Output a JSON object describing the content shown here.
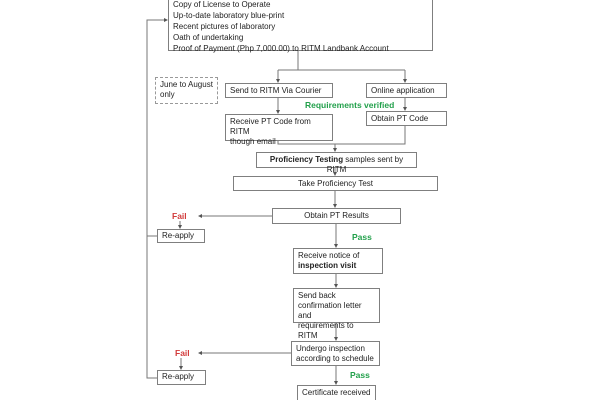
{
  "requirements_box": {
    "lines": [
      "Copy of License to Operate",
      "Up-to-date laboratory blue-print",
      "Recent pictures of laboratory",
      "Oath of undertaking",
      "Proof of Payment (Php 7,000.00)  to RITM Landbank Account"
    ]
  },
  "note": {
    "line1": "June to August",
    "line2": "only"
  },
  "send_courier": "Send to RITM Via Courier",
  "online_application": "Online application",
  "requirements_verified": "Requirements verified",
  "receive_pt_code": {
    "line1": "Receive PT Code from RITM",
    "line2": "though email"
  },
  "obtain_pt_code": "Obtain PT Code",
  "pt_samples": {
    "bold": "Proficiency Testing",
    "rest": " samples sent by RITM"
  },
  "take_pt": "Take Proficiency Test",
  "obtain_results": "Obtain PT Results",
  "fail_1": "Fail",
  "reapply_1": "Re-apply",
  "pass_1": "Pass",
  "receive_notice": {
    "line1": "Receive notice of",
    "bold": "inspection visit"
  },
  "send_back": {
    "line1": "Send back",
    "line2": "confirmation letter and",
    "line3": "requirements  to RITM"
  },
  "undergo": {
    "line1": "Undergo inspection",
    "line2": "according to schedule"
  },
  "fail_2": "Fail",
  "reapply_2": "Re-apply",
  "pass_2": "Pass",
  "certificate": {
    "line1": "Certificate received"
  },
  "colors": {
    "pass": "#22a04b",
    "fail": "#d23b3b",
    "border": "#7f7f7f"
  }
}
